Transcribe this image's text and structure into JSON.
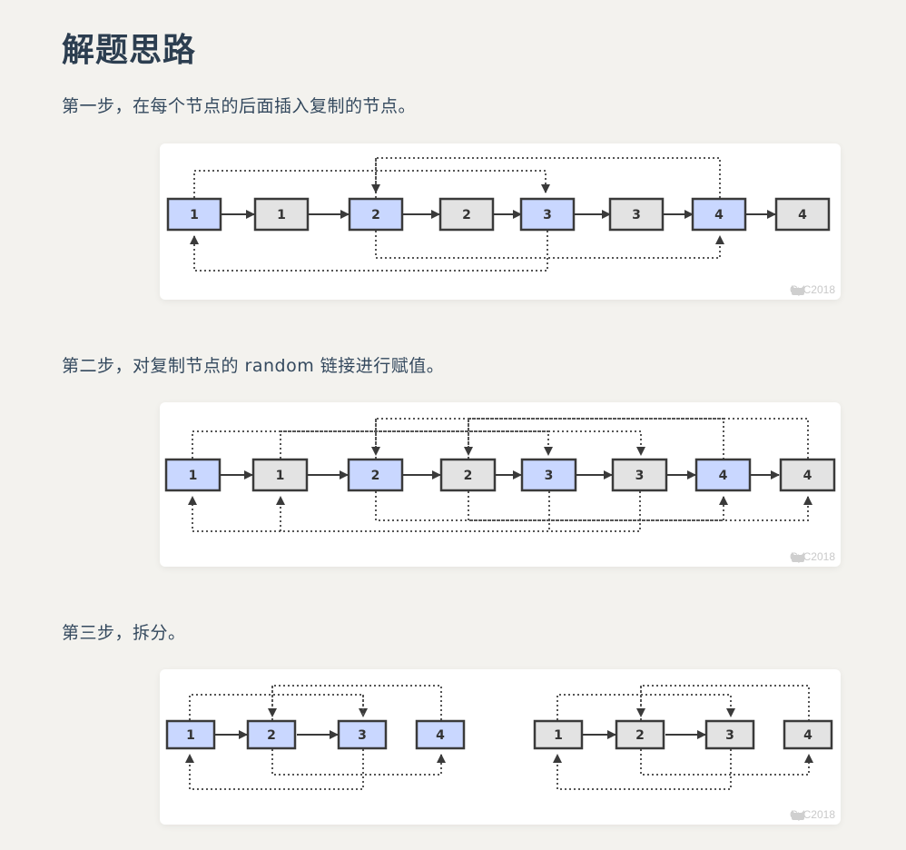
{
  "title": "解题思路",
  "steps": [
    {
      "text": "第一步，在每个节点的后面插入复制的节点。"
    },
    {
      "text": "第二步，对复制节点的 random 链接进行赋值。"
    },
    {
      "text": "第三步，拆分。"
    }
  ],
  "watermark": "CyC2018",
  "colors": {
    "original_node": "#c9d7ff",
    "copy_node": "#e3e3e3",
    "border": "#3a3a3a"
  },
  "diagrams": [
    {
      "nodes": [
        {
          "label": "1",
          "kind": "original"
        },
        {
          "label": "1",
          "kind": "copy"
        },
        {
          "label": "2",
          "kind": "original"
        },
        {
          "label": "2",
          "kind": "copy"
        },
        {
          "label": "3",
          "kind": "original"
        },
        {
          "label": "3",
          "kind": "copy"
        },
        {
          "label": "4",
          "kind": "original"
        },
        {
          "label": "4",
          "kind": "copy"
        }
      ]
    },
    {
      "nodes": [
        {
          "label": "1",
          "kind": "original"
        },
        {
          "label": "1",
          "kind": "copy"
        },
        {
          "label": "2",
          "kind": "original"
        },
        {
          "label": "2",
          "kind": "copy"
        },
        {
          "label": "3",
          "kind": "original"
        },
        {
          "label": "3",
          "kind": "copy"
        },
        {
          "label": "4",
          "kind": "original"
        },
        {
          "label": "4",
          "kind": "copy"
        }
      ]
    },
    {
      "left_nodes": [
        {
          "label": "1",
          "kind": "original"
        },
        {
          "label": "2",
          "kind": "original"
        },
        {
          "label": "3",
          "kind": "original"
        },
        {
          "label": "4",
          "kind": "original"
        }
      ],
      "right_nodes": [
        {
          "label": "1",
          "kind": "copy"
        },
        {
          "label": "2",
          "kind": "copy"
        },
        {
          "label": "3",
          "kind": "copy"
        },
        {
          "label": "4",
          "kind": "copy"
        }
      ]
    }
  ]
}
